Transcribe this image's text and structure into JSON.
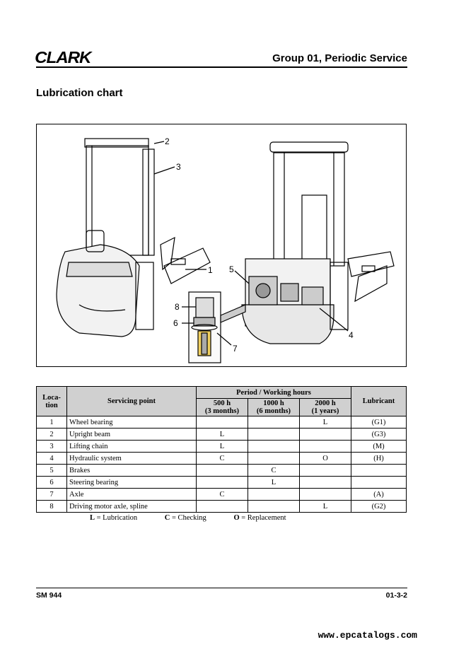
{
  "header": {
    "logo": "CLARK",
    "group_title": "Group 01, Periodic Service"
  },
  "section_title": "Lubrication chart",
  "figure": {
    "callouts": [
      "1",
      "2",
      "3",
      "4",
      "5",
      "6",
      "7",
      "8"
    ]
  },
  "table": {
    "col_location": "Loca-tion",
    "col_point": "Servicing point",
    "col_period": "Period / Working hours",
    "periods": [
      {
        "h": "500 h",
        "sub": "(3 months)"
      },
      {
        "h": "1000 h",
        "sub": "(6 months)"
      },
      {
        "h": "2000 h",
        "sub": "(1 years)"
      }
    ],
    "col_lubricant": "Lubricant",
    "rows": [
      {
        "loc": "1",
        "point": "Wheel bearing",
        "p500": "",
        "p1000": "",
        "p2000": "L",
        "lub": "(G1)"
      },
      {
        "loc": "2",
        "point": "Upright beam",
        "p500": "L",
        "p1000": "",
        "p2000": "",
        "lub": "(G3)"
      },
      {
        "loc": "3",
        "point": "Lifting chain",
        "p500": "L",
        "p1000": "",
        "p2000": "",
        "lub": "(M)"
      },
      {
        "loc": "4",
        "point": "Hydraulic system",
        "p500": "C",
        "p1000": "",
        "p2000": "O",
        "lub": "(H)"
      },
      {
        "loc": "5",
        "point": "Brakes",
        "p500": "",
        "p1000": "C",
        "p2000": "",
        "lub": ""
      },
      {
        "loc": "6",
        "point": "Steering bearing",
        "p500": "",
        "p1000": "L",
        "p2000": "",
        "lub": ""
      },
      {
        "loc": "7",
        "point": "Axle",
        "p500": "C",
        "p1000": "",
        "p2000": "",
        "lub": "(A)"
      },
      {
        "loc": "8",
        "point": "Driving motor axle, spline",
        "p500": "",
        "p1000": "",
        "p2000": "L",
        "lub": "(G2)"
      }
    ]
  },
  "legend": {
    "l_key": "L",
    "l_text": " = Lubrication",
    "c_key": "C",
    "c_text": " = Checking",
    "o_key": "O",
    "o_text": " = Replacement"
  },
  "footer": {
    "doc": "SM 944",
    "page": "01-3-2"
  },
  "watermark": "www.epcatalogs.com"
}
